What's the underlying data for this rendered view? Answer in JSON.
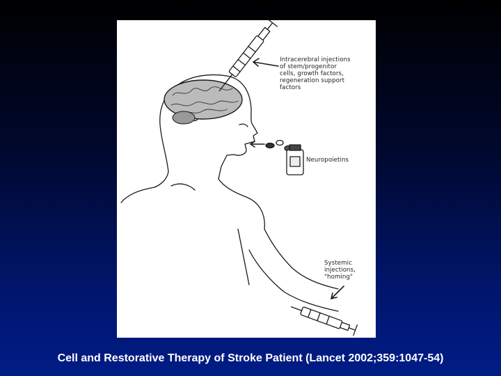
{
  "figure": {
    "labels": {
      "intracerebral": "Intracerebral injections\nof stem/progenitor\ncells, growth factors,\nregeneration support\nfactors",
      "neuropoietins": "Neuropoietins",
      "systemic": "Systemic\ninjections,\n\"homing\""
    },
    "icons": [
      "syringe-icon",
      "pill-bottle-icon",
      "pills-icon",
      "arrow-icon"
    ]
  },
  "caption": "Cell and Restorative Therapy of Stroke Patient (Lancet 2002;359:1047-54)",
  "colors": {
    "background_top": "#000000",
    "background_bottom": "#001c86",
    "caption": "#ffffff",
    "figure": "#ffffff"
  }
}
